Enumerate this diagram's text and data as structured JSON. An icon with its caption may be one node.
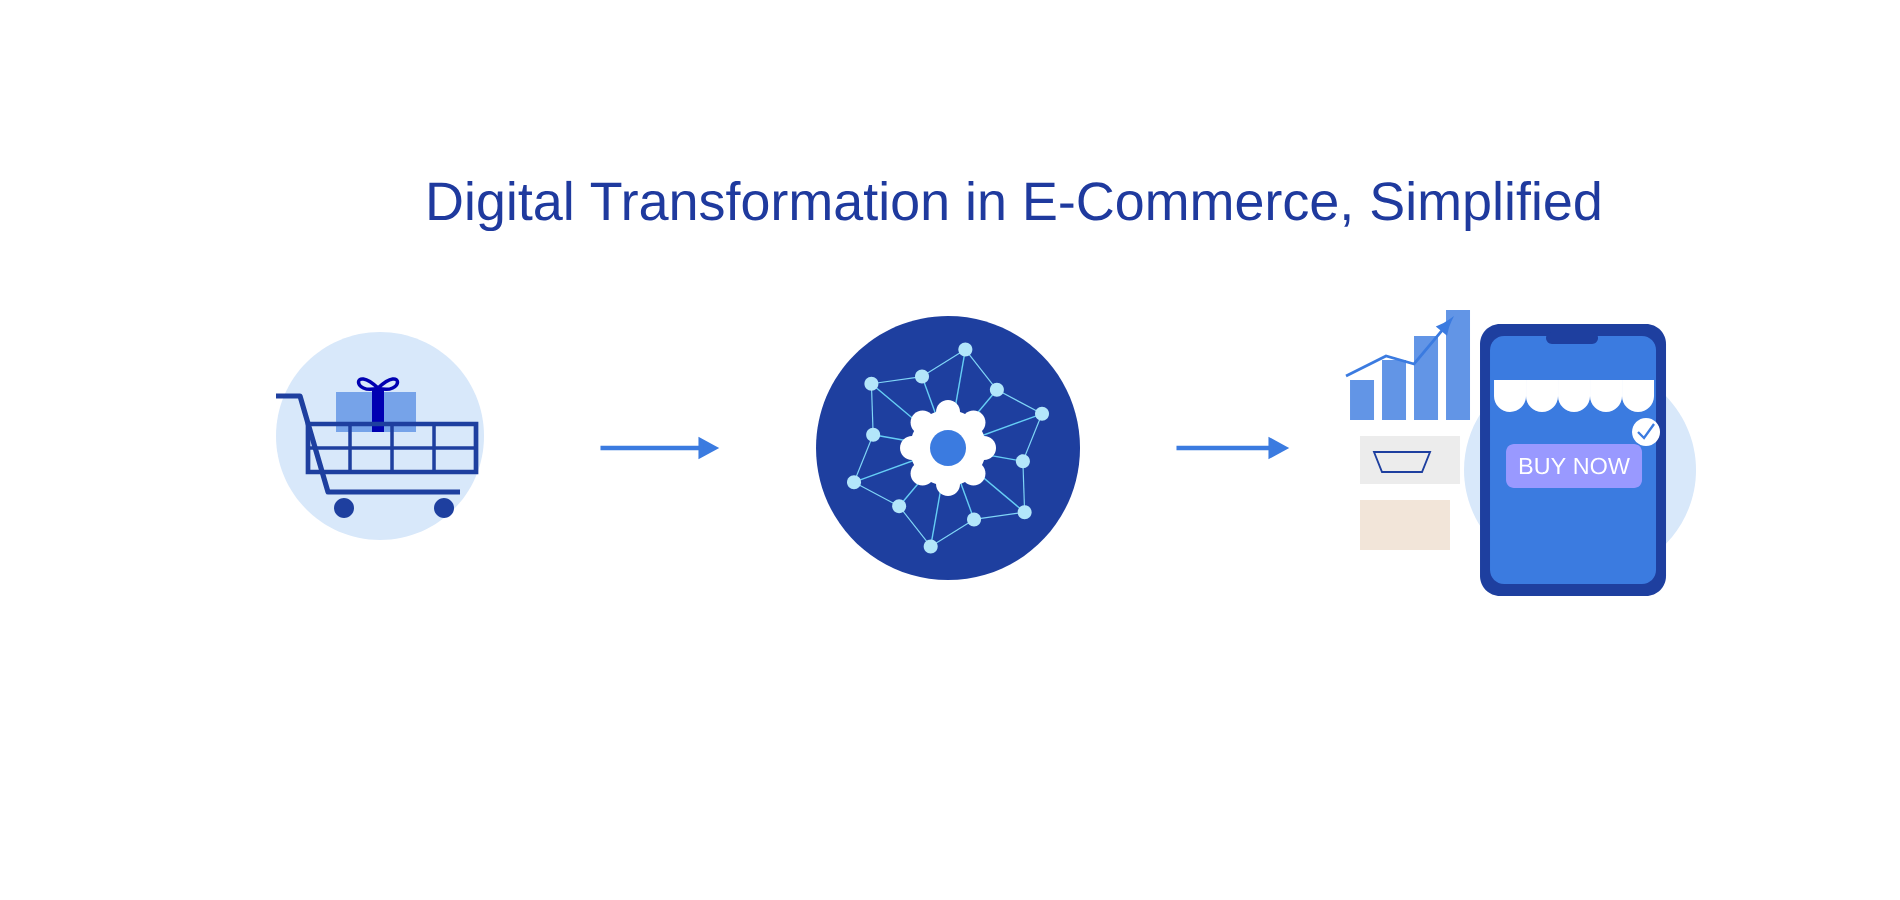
{
  "diagram": {
    "title": "Digital Transformation in E-Commerce, Simplified",
    "nodes": [
      {
        "text": [],
        "shape": "picture"
      },
      {
        "text": [],
        "shape": "picture"
      },
      {
        "text": [
          "BUY NOW"
        ]
      }
    ],
    "edges": [
      {
        "from": 0,
        "to": 1,
        "arrow": "to"
      },
      {
        "from": 1,
        "to": 2,
        "arrow": "to"
      }
    ]
  }
}
